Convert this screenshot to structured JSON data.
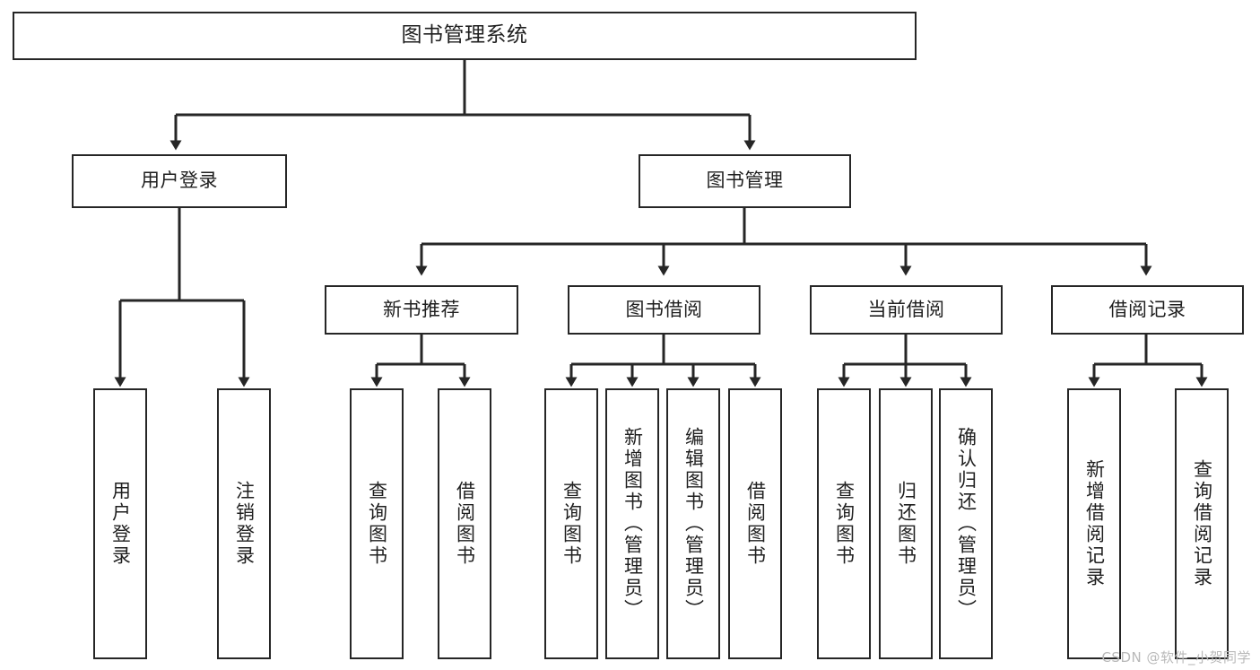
{
  "diagram": {
    "type": "tree-hierarchy-functional-decomposition",
    "root": {
      "id": "root",
      "label": "图书管理系统",
      "level": 1
    },
    "nodes": [
      {
        "id": "n-user-login",
        "label": "用户登录",
        "level": 2,
        "parent": "root"
      },
      {
        "id": "n-book-manage",
        "label": "图书管理",
        "level": 2,
        "parent": "root"
      },
      {
        "id": "n-new-book-rec",
        "label": "新书推荐",
        "level": 3,
        "parent": "n-book-manage"
      },
      {
        "id": "n-book-borrow",
        "label": "图书借阅",
        "level": 3,
        "parent": "n-book-manage"
      },
      {
        "id": "n-current-borrow",
        "label": "当前借阅",
        "level": 3,
        "parent": "n-book-manage"
      },
      {
        "id": "n-borrow-record",
        "label": "借阅记录",
        "level": 3,
        "parent": "n-book-manage"
      },
      {
        "id": "l-user-login",
        "label": "用户登录",
        "level": 4,
        "parent": "n-user-login"
      },
      {
        "id": "l-logout-login",
        "label": "注销登录",
        "level": 4,
        "parent": "n-user-login"
      },
      {
        "id": "l-query-book-1",
        "label": "查询图书",
        "level": 4,
        "parent": "n-new-book-rec"
      },
      {
        "id": "l-borrow-book-1",
        "label": "借阅图书",
        "level": 4,
        "parent": "n-new-book-rec"
      },
      {
        "id": "l-query-book-2",
        "label": "查询图书",
        "level": 4,
        "parent": "n-book-borrow"
      },
      {
        "id": "l-add-book",
        "label": "新增图书（管理员）",
        "level": 4,
        "parent": "n-book-borrow"
      },
      {
        "id": "l-edit-book",
        "label": "编辑图书（管理员）",
        "level": 4,
        "parent": "n-book-borrow"
      },
      {
        "id": "l-borrow-book-2",
        "label": "借阅图书",
        "level": 4,
        "parent": "n-book-borrow"
      },
      {
        "id": "l-query-book-3",
        "label": "查询图书",
        "level": 4,
        "parent": "n-current-borrow"
      },
      {
        "id": "l-return-book",
        "label": "归还图书",
        "level": 4,
        "parent": "n-current-borrow"
      },
      {
        "id": "l-confirm-return",
        "label": "确认归还（管理员）",
        "level": 4,
        "parent": "n-current-borrow"
      },
      {
        "id": "l-add-record",
        "label": "新增借阅记录",
        "level": 4,
        "parent": "n-borrow-record"
      },
      {
        "id": "l-query-record",
        "label": "查询借阅记录",
        "level": 4,
        "parent": "n-borrow-record"
      }
    ],
    "colors": {
      "stroke": "#262626",
      "fill": "#ffffff",
      "text": "#1f1f1f",
      "watermark": "#b9b9b9"
    }
  },
  "watermark": {
    "text": "CSDN @软件_小贺同学"
  }
}
